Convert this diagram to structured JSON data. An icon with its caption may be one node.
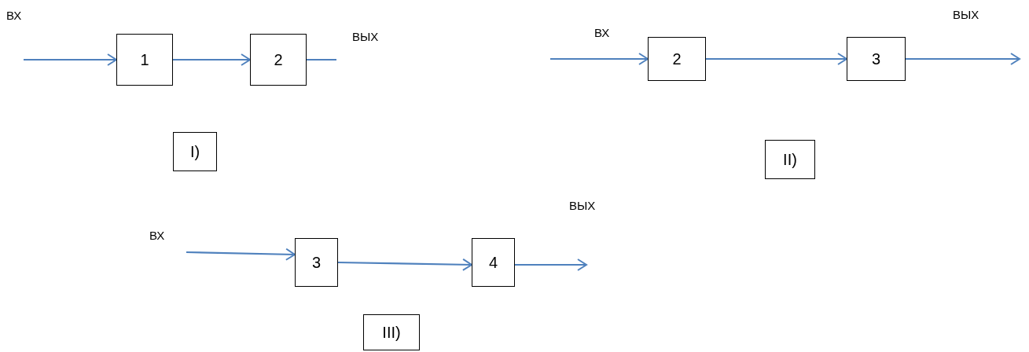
{
  "diagram": {
    "nodes": [
      {
        "text": [
          "1"
        ]
      },
      {
        "text": [
          "2"
        ]
      },
      {
        "text": [
          "I)"
        ]
      },
      {
        "text": [
          "2"
        ]
      },
      {
        "text": [
          "3"
        ]
      },
      {
        "text": [
          "II)"
        ]
      },
      {
        "text": [
          "3"
        ]
      },
      {
        "text": [
          "4"
        ]
      },
      {
        "text": [
          "III)"
        ]
      }
    ],
    "edges": [
      {
        "from": null,
        "to": 0,
        "arrow": "to"
      },
      {
        "from": 0,
        "to": 1,
        "arrow": "to"
      },
      {
        "from": 1,
        "to": null,
        "arrow": "none"
      },
      {
        "from": null,
        "to": 3,
        "arrow": "to"
      },
      {
        "from": 3,
        "to": 4,
        "arrow": "to"
      },
      {
        "from": 4,
        "to": null,
        "arrow": "to"
      },
      {
        "from": null,
        "to": 6,
        "arrow": "to"
      },
      {
        "from": 6,
        "to": 7,
        "arrow": "to"
      },
      {
        "from": 7,
        "to": null,
        "arrow": "to"
      }
    ],
    "labels": [
      "ВХ",
      "ВЫХ",
      "ВХ",
      "ВЫХ",
      "ВЫХ",
      "ВХ"
    ]
  }
}
